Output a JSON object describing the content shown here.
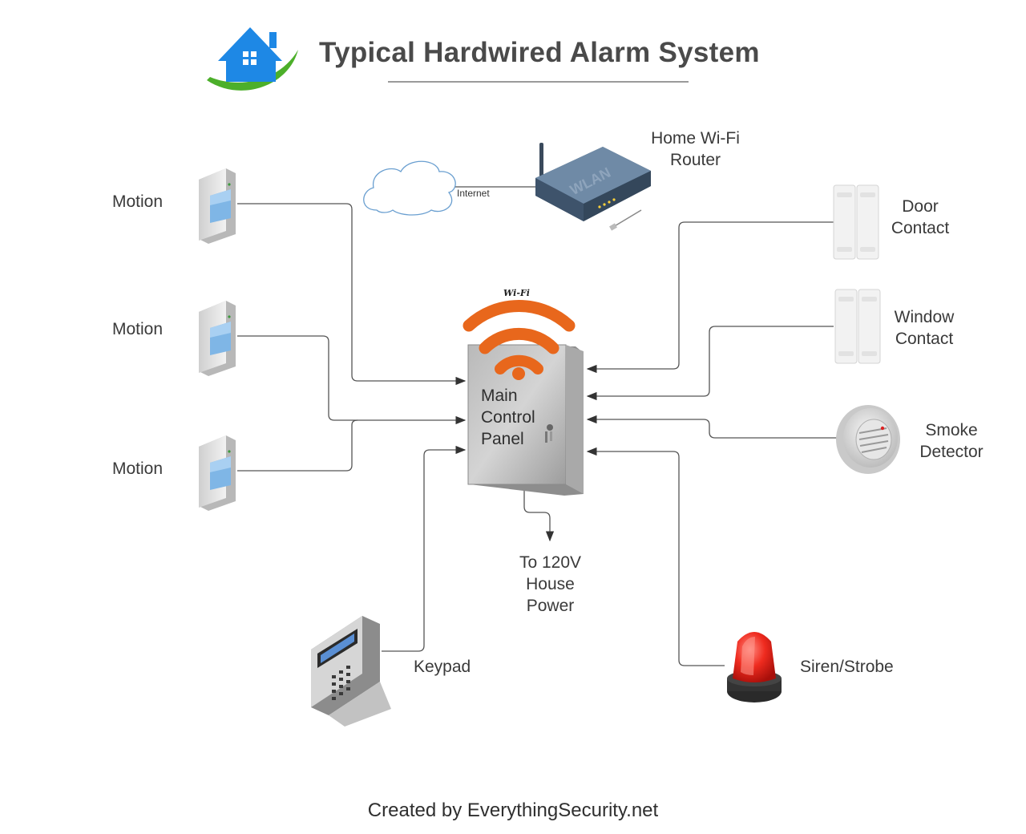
{
  "title": "Typical Hardwired Alarm System",
  "footer": "Created by EverythingSecurity.net",
  "panel": {
    "line1": "Main",
    "line2": "Control",
    "line3": "Panel",
    "wifi_text": "Wi-Fi"
  },
  "router": {
    "line1": "Home Wi-Fi",
    "line2": "Router",
    "internet": "Internet",
    "brand": "WLAN"
  },
  "motion_labels": [
    "Motion",
    "Motion",
    "Motion"
  ],
  "door": {
    "line1": "Door",
    "line2": "Contact"
  },
  "window": {
    "line1": "Window",
    "line2": "Contact"
  },
  "smoke": {
    "line1": "Smoke",
    "line2": "Detector"
  },
  "power": {
    "line1": "To 120V",
    "line2": "House",
    "line3": "Power"
  },
  "keypad": {
    "label": "Keypad"
  },
  "siren": {
    "label": "Siren/Strobe"
  },
  "colors": {
    "wifi": "#e8671c",
    "logo_blue": "#1e88e5",
    "logo_green": "#4caf2a",
    "wire": "#555555",
    "siren": "#e02020"
  }
}
